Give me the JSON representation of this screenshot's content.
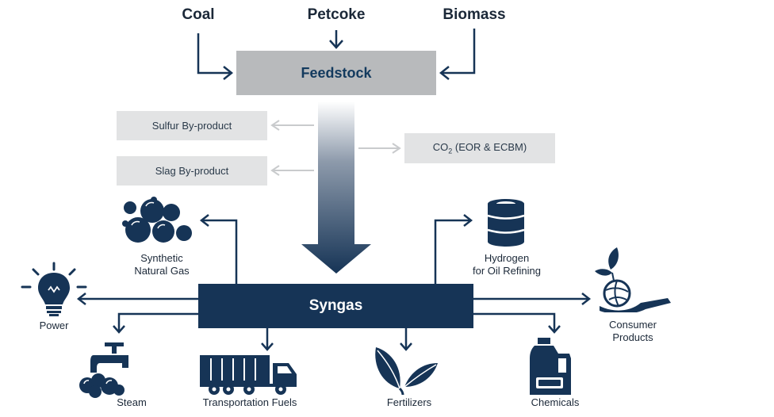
{
  "sources": {
    "coal": "Coal",
    "petcoke": "Petcoke",
    "biomass": "Biomass"
  },
  "feedstock": "Feedstock",
  "byproducts": {
    "sulfur": "Sulfur By-product",
    "slag": "Slag By-product",
    "co2_main": "CO",
    "co2_sub": "2",
    "co2_rest": " (EOR & ECBM)"
  },
  "syngas": "Syngas",
  "outputs": {
    "sng_line1": "Synthetic",
    "sng_line2": "Natural Gas",
    "hydrogen_line1": "Hydrogen",
    "hydrogen_line2": "for Oil Refining",
    "power": "Power",
    "consumer_line1": "Consumer",
    "consumer_line2": "Products",
    "steam": "Steam",
    "transport": "Transportation Fuels",
    "fertilizers": "Fertilizers",
    "chemicals": "Chemicals"
  },
  "colors": {
    "navy": "#163456",
    "gray_box": "#e2e3e4",
    "feed_box": "#b8babc",
    "arrow_gray": "#c9cbcd"
  },
  "icons": [
    "gas-bubbles-icon",
    "oil-barrel-icon",
    "light-bulb-icon",
    "globe-hand-icon",
    "steam-faucet-icon",
    "truck-icon",
    "plant-leaves-icon",
    "chemical-bottle-icon"
  ]
}
